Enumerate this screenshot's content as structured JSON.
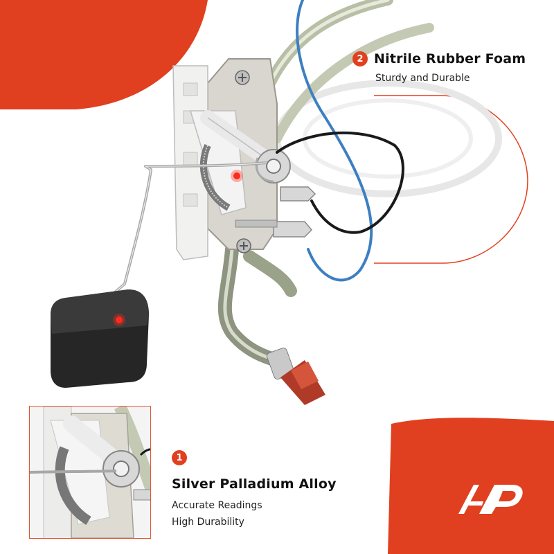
{
  "features": [
    {
      "number": "2",
      "title": "Nitrile Rubber Foam",
      "lines": [
        "Sturdy and Durable"
      ]
    },
    {
      "number": "1",
      "title": "Silver Palladium Alloy",
      "lines": [
        "Accurate Readings",
        "High Durability"
      ]
    }
  ],
  "colors": {
    "accent": "#e0401f",
    "hotspot": "#ff2a1a",
    "wire_blue": "#3d7fc1",
    "wire_black": "#1a1a1a"
  },
  "icons": {
    "logo": "a-premium-logo"
  }
}
